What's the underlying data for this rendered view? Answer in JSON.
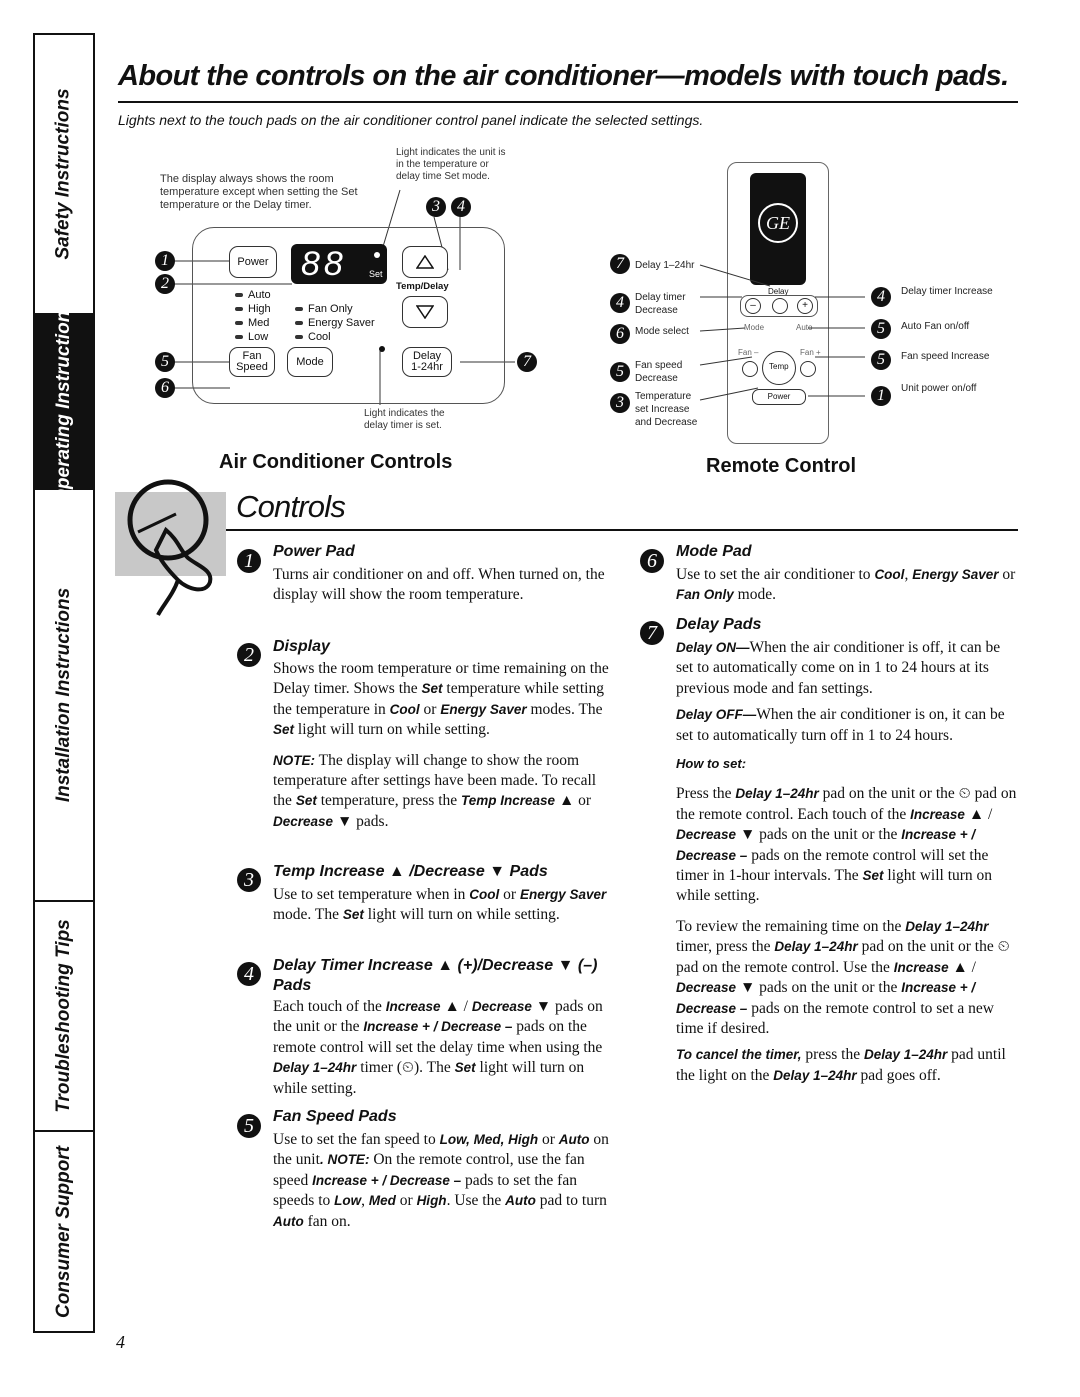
{
  "sidebar": {
    "tabs": [
      "Safety Instructions",
      "Operating Instructions",
      "Installation Instructions",
      "Troubleshooting Tips",
      "Consumer Support"
    ],
    "active": "Operating Instructions"
  },
  "header": {
    "title": "About the controls on the air conditioner—models with touch pads.",
    "subtitle": "Lights next to the touch pads on the air conditioner control panel indicate the selected settings."
  },
  "unit_diagram": {
    "callout_display": "The display always shows the room temperature except when setting the Set temperature or the Delay timer.",
    "callout_set_light": "Light indicates the unit is in the temperature or delay time Set mode.",
    "callout_delay_light": "Light indicates the delay timer is set.",
    "power_label": "Power",
    "display_digits": "88",
    "set_label": "Set",
    "temp_delay_label": "Temp/Delay",
    "leds": [
      "Auto",
      "High",
      "Med",
      "Low",
      "Fan Only",
      "Energy Saver",
      "Cool"
    ],
    "fan_speed_label": "Fan Speed",
    "mode_label": "Mode",
    "delay_label": "Delay",
    "delay_hours_label": "1-24hr",
    "caption": "Air Conditioner Controls"
  },
  "remote_diagram": {
    "left_labels": [
      "Delay 1–24hr",
      "Delay timer Decrease",
      "Mode select",
      "Fan speed Decrease",
      "Temperature set Increase and Decrease"
    ],
    "right_labels": [
      "Delay timer Increase",
      "Auto Fan on/off",
      "Fan speed Increase",
      "Unit power on/off"
    ],
    "logo": "GE",
    "delay_label": "Delay",
    "mode_label": "Mode",
    "auto_label": "Auto",
    "fan_minus": "Fan –",
    "fan_plus": "Fan +",
    "temp_label": "Temp",
    "power_label": "Power",
    "caption": "Remote Control"
  },
  "section_title": "Controls",
  "items": {
    "power": {
      "num": "1",
      "title": "Power Pad",
      "text": "Turns air conditioner on and off. When turned on, the display will show the room temperature."
    },
    "display": {
      "num": "2",
      "title": "Display"
    },
    "temp": {
      "num": "3",
      "title": "Temp Increase ▲ /Decrease ▼ Pads"
    },
    "delay_timer": {
      "num": "4",
      "title": "Delay Timer Increase ▲ (+)/Decrease ▼ (–) Pads"
    },
    "fan_speed": {
      "num": "5",
      "title": "Fan Speed Pads"
    },
    "mode": {
      "num": "6",
      "title": "Mode Pad"
    },
    "delay_pads": {
      "num": "7",
      "title": "Delay Pads",
      "how_to_set": "How to set:"
    }
  },
  "page_number": "4"
}
